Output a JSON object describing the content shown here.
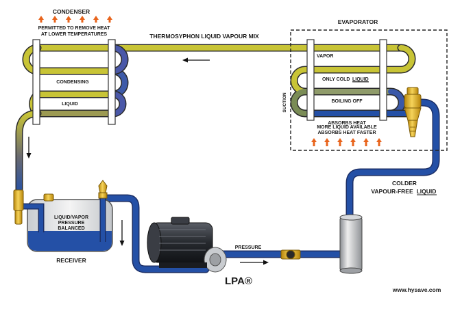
{
  "condenser": {
    "title": "CONDENSER",
    "note_line1": "PERMITTED TO REMOVE HEAT",
    "note_line2": "AT LOWER TEMPERATURES",
    "label_condensing": "CONDENSING",
    "label_liquid": "LIQUID"
  },
  "top_line": {
    "label": "THERMOSYPHON LIQUID VAPOUR MIX"
  },
  "evaporator": {
    "title": "EVAPORATOR",
    "label_vapor": "VAPOR",
    "label_only_cold": "ONLY COLD",
    "label_liquid_underlined": "LIQUID",
    "label_boiling_off": "BOILING OFF",
    "label_absorbs_heat": "ABSORBS HEAT",
    "label_more_line1": "MORE LIQUID AVAILABLE",
    "label_more_line2": "ABSORBS HEAT FASTER",
    "label_suction": "SUCTION"
  },
  "colder": {
    "line1": "COLDER",
    "line2": "VAPOUR-FREE",
    "line2_underlined": "LIQUID"
  },
  "receiver": {
    "title": "RECEIVER",
    "note_line1": "LIQUID/VAPOR",
    "note_line2": "PRESSURE",
    "note_line3": "BALANCED"
  },
  "pump": {
    "label": "LPA®"
  },
  "pressure_line": {
    "label": "PRESSURE"
  },
  "website": "www.hysave.com",
  "colors": {
    "pipe_blue": "#2450a6",
    "pipe_yellow": "#c8c436",
    "arrow_orange": "#e8641c",
    "brass": "#e3b423",
    "motor_dark": "#26292e"
  }
}
